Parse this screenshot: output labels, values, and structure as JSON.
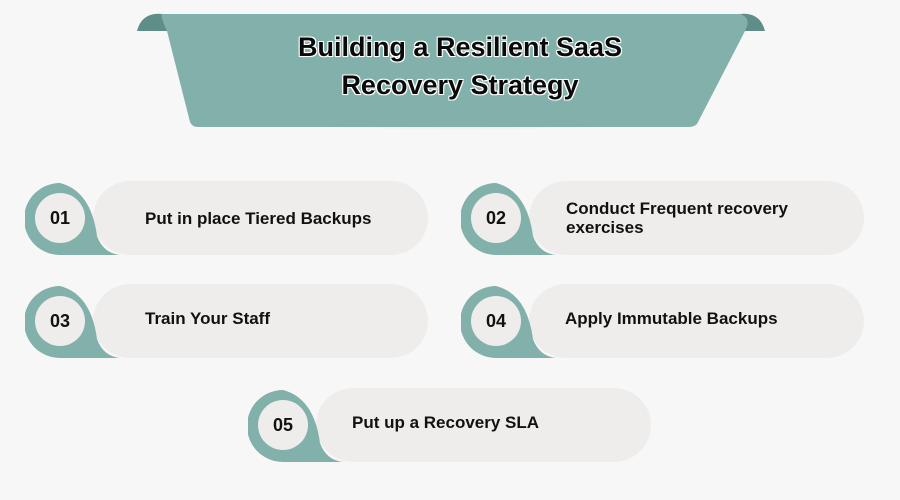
{
  "title": {
    "line1": "Building a Resilient SaaS",
    "line2": "Recovery Strategy"
  },
  "colors": {
    "teal": "#82b0aa",
    "teal_dark": "#5f8d87",
    "pill": "#eeedeb",
    "background": "#f7f7f7",
    "text": "#111111"
  },
  "steps": [
    {
      "number": "01",
      "label": "Put in place Tiered Backups"
    },
    {
      "number": "02",
      "label": "Conduct Frequent recovery exercises"
    },
    {
      "number": "03",
      "label": "Train Your Staff"
    },
    {
      "number": "04",
      "label": "Apply Immutable Backups"
    },
    {
      "number": "05",
      "label": "Put up a Recovery SLA"
    }
  ]
}
